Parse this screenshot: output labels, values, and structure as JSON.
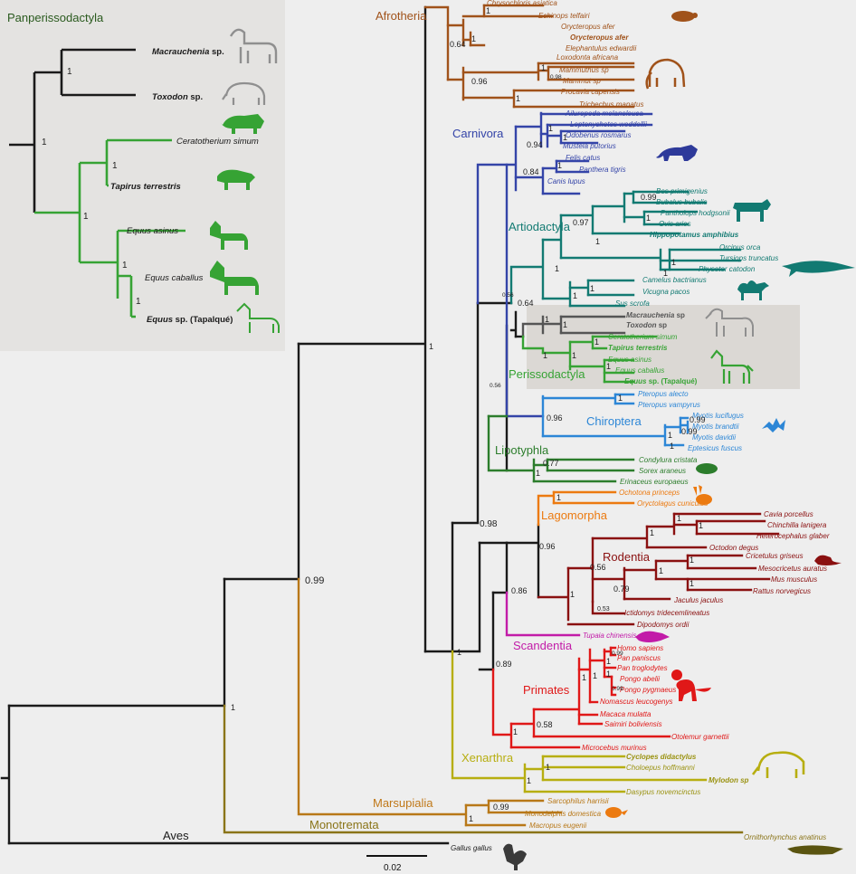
{
  "colors": {
    "backbone": "#1a1a1a",
    "afrotheria": "#a0521a",
    "carnivora": "#3444a8",
    "artiodactyla": "#127a72",
    "perissodactyla": "#36a334",
    "panperisso_gray": "#555555",
    "chiroptera": "#2c86d6",
    "lipotyphla": "#2c7d2c",
    "lagomorpha": "#ec7a10",
    "rodentia": "#8a1010",
    "scandentia": "#c21ba8",
    "primates": "#e01818",
    "xenarthra": "#b7ae10",
    "marsupialia": "#b87818",
    "monotremata": "#8a7418",
    "inset_bg": "#e4e3e1",
    "highlight_bg": "#dbd8d4"
  },
  "clades": {
    "afrotheria": "Afrotheria",
    "carnivora": "Carnivora",
    "artiodactyla": "Artiodactyla",
    "perissodactyla": "Perissodactyla",
    "chiroptera": "Chiroptera",
    "lipotyphla": "Lipotyphla",
    "lagomorpha": "Lagomorpha",
    "rodentia": "Rodentia",
    "scandentia": "Scandentia",
    "primates": "Primates",
    "xenarthra": "Xenarthra",
    "marsupialia": "Marsupialia",
    "monotremata": "Monotremata",
    "aves": "Aves"
  },
  "taxa": {
    "chrysochloris": "Chrysochloris asiatica",
    "echinops": "Echinops telfairi",
    "orycteropus": "Orycteropus afer",
    "oryctero_bold": "Orycteropus afer",
    "elephantulus": "Elephantulus edwardii",
    "loxodonta": "Loxodonta africana",
    "mammuthus": "Mammuthus sp",
    "mammut": "Mammut sp",
    "procavia": "Procavia capensis",
    "trichechus": "Trichechus manatus",
    "ailuropoda": "Ailuropoda melanoleuca",
    "leptonychotes": "Leptonychotes weddellii",
    "odobenus": "Odobenus rosmarus",
    "mustela": "Mustela putorius",
    "felis": "Felis catus",
    "panthera": "Panthera tigris",
    "canis": "Canis lupus",
    "bos": "Bos primigenius",
    "bubalus": "Bubalus bubalis",
    "pantholops": "Pantholops hodgsonii",
    "ovis": "Ovis aries",
    "hippopotamus": "Hippopotamus amphibius",
    "orcinus": "Orcinus orca",
    "tursiops": "Tursiops truncatus",
    "physeter": "Physeter catodon",
    "camelus": "Camelus bactrianus",
    "vicugna": "Vicugna pacos",
    "sus": "Sus scrofa",
    "macrauchenia": "Macrauchenia",
    "toxodon": "Toxodon",
    "sp": "sp",
    "ceratotherium": "Ceratotherium simum",
    "tapirus": "Tapirus terrestris",
    "equus_asinus": "Equus asinus",
    "equus_caballus": "Equus caballus",
    "equus_tapalque": "Equus",
    "tapalque_sp": "sp. (Tapalqué)",
    "pteropus_alecto": "Pteropus alecto",
    "pteropus_vampyrus": "Pteropus vampyrus",
    "myotis_lucifugus": "Myotis lucifugus",
    "myotis_brandtii": "Myotis brandtii",
    "myotis_davidii": "Myotis davidii",
    "eptesicus": "Eptesicus fuscus",
    "condylura": "Condylura cristata",
    "sorex": "Sorex araneus",
    "erinaceus": "Erinaceus europaeus",
    "ochotona": "Ochotona princeps",
    "oryctolagus": "Oryctolagus cuniculus",
    "cavia": "Cavia porcellus",
    "chinchilla": "Chinchilla lanigera",
    "heterocephalus": "Heterocephalus glaber",
    "octodon": "Octodon degus",
    "cricetulus": "Cricetulus griseus",
    "mesocricetus": "Mesocricetus auratus",
    "mus": "Mus musculus",
    "rattus": "Rattus norvegicus",
    "jaculus": "Jaculus jaculus",
    "ictidomys": "Ictidomys tridecemlineatus",
    "dipodomys": "Dipodomys ordii",
    "tupaia": "Tupaia chinensis",
    "homo": "Homo sapiens",
    "pan_paniscus": "Pan paniscus",
    "pan_troglodytes": "Pan troglodytes",
    "pongo_abelii": "Pongo abelii",
    "pongo_pygmaeus": "Pongo pygmaeus",
    "nomascus": "Nomascus leucogenys",
    "macaca": "Macaca mulatta",
    "saimiri": "Saimiri boliviensis",
    "otolemur": "Otolemur garnettii",
    "microcebus": "Microcebus murinus",
    "cyclopes": "Cyclopes didactylus",
    "choloepus": "Choloepus hoffmanni",
    "mylodon": "Mylodon sp",
    "dasypus": "Dasypus novemcinctus",
    "sarcophilus": "Sarcophilus harrisii",
    "monodelphis": "Monodelphis domestica",
    "macropus": "Macropus eugenii",
    "ornithorhynchus": "Ornithorhynchus anatinus",
    "gallus": "Gallus gallus"
  },
  "support": {
    "s_099_root": "0.99",
    "s_1_mars": "1",
    "s_1_euth": "1",
    "s_1_laur_bor": "1",
    "s_098": "0.98",
    "s_1_afro_base": "1",
    "s_064_afro": "0.64",
    "s_1_oryc": "1",
    "s_1_chry": "1",
    "s_096_afro": "0.96",
    "s_1_proc": "1",
    "s_1_mamm": "1",
    "s_098_mamm": "0.98",
    "s_094": "0.94",
    "s_084": "0.84",
    "s_1_carn_a": "1",
    "s_1_carn_b": "1",
    "s_1_carn_c": "1",
    "s_056_a": "0.56",
    "s_056_b": "0.56",
    "s_064_sc": "0.64",
    "s_1_artio": "1",
    "s_097": "0.97",
    "s_099_bos": "0.99",
    "s_1_bov_a": "1",
    "s_1_bov_b": "1",
    "s_1_cet": "1",
    "s_1_cet_b": "1",
    "s_1_cam": "1",
    "s_1_cam_b": "1",
    "s_1_pper_a": "1",
    "s_1_pper_b": "1",
    "s_1_eq_a": "1",
    "s_1_eq_b": "1",
    "s_1_eq_c": "1",
    "s_1_eq_d": "1",
    "s_096_chir": "0.96",
    "s_1_pter": "1",
    "s_1_myo_a": "1",
    "s_099_myo": "0.99",
    "s_099_myo_b": "0.99",
    "s_1_myo_b": "1",
    "s_077": "0.77",
    "s_1_lipo": "1",
    "s_1_euarch": "1",
    "s_089": "0.89",
    "s_086": "0.86",
    "s_096_glires": "0.96",
    "s_1_lago": "1",
    "s_1_rod": "1",
    "s_056_rod": "0.56",
    "s_079": "0.79",
    "s_053": "0.53",
    "s_1_hyst_a": "1",
    "s_1_hyst_b": "1",
    "s_1_hyst_c": "1",
    "s_1_mur_a": "1",
    "s_1_mur_b": "1",
    "s_1_mur_c": "1",
    "s_1_prim_a": "1",
    "s_058": "0.58",
    "s_1_prim_b": "1",
    "s_1_prim_c": "1",
    "s_099_hom": "0.99",
    "s_099_pongo": "0.99",
    "s_1_hom_a": "1",
    "s_1_hom_b": "1",
    "s_1_xen_a": "1",
    "s_1_xen_b": "1",
    "s_099_mars": "0.99",
    "s_1_mars_b": "1"
  },
  "inset": {
    "title": "Panperissodactyla",
    "macrauchenia": "Macrauchenia",
    "toxodon": "Toxodon",
    "sp": "sp.",
    "ceratotherium": "Ceratotherium simum",
    "tapirus": "Tapirus terrestris",
    "equus_asinus": "Equus asinus",
    "equus_caballus": "Equus caballus",
    "equus": "Equus",
    "tapalque": "sp. (Tapalqué)",
    "support_1_a": "1",
    "support_1_b": "1",
    "support_1_c": "1",
    "support_1_d": "1",
    "support_1_e": "1",
    "support_1_f": "1"
  },
  "scale": {
    "label": "0.02"
  },
  "icons": [
    "tenrec-icon",
    "mammoth-icon",
    "tiger-icon",
    "cow-icon",
    "dolphin-icon",
    "camel-icon",
    "macrauchenia-icon",
    "horse-outline-icon",
    "bat-icon",
    "hedgehog-icon",
    "rabbit-icon",
    "rat-icon",
    "tree-shrew-icon",
    "monkey-icon",
    "sloth-icon",
    "opossum-icon",
    "rooster-icon",
    "platypus-icon",
    "rhino-icon",
    "toxodon-icon",
    "tapir-icon",
    "donkey-icon",
    "horse-icon"
  ]
}
